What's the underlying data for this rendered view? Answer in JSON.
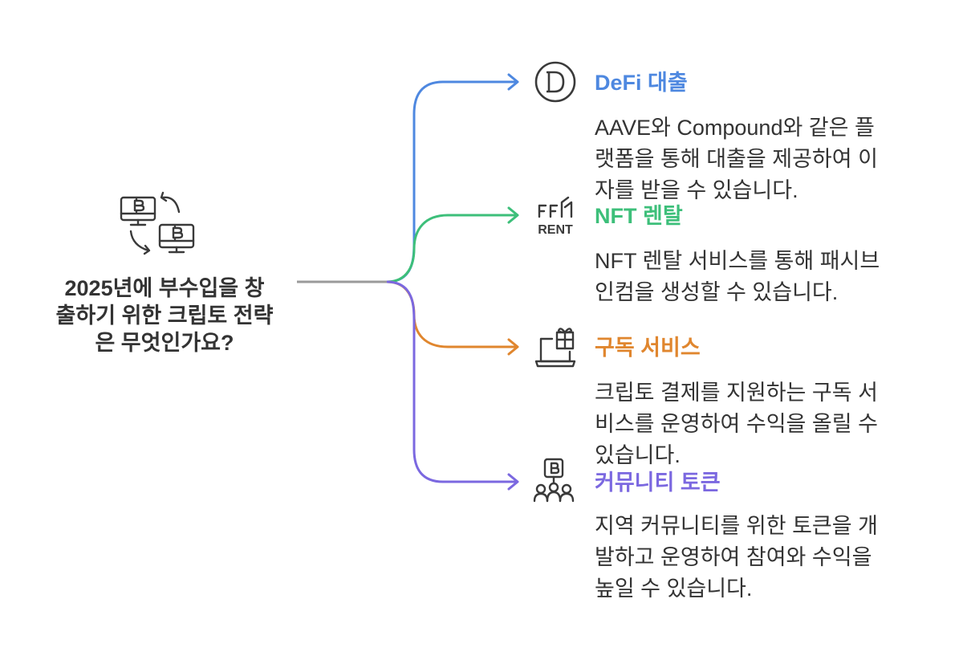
{
  "central": {
    "title_lines": [
      "2025년에 부수입을 창",
      "출하기 위한 크립토 전략",
      "은 무엇인가요?"
    ],
    "icon": "bitcoin-exchange-computers-icon"
  },
  "colors": {
    "text": "#333333",
    "stem": "#9a9a9a",
    "defi": "#4e88e0",
    "nft": "#3dbf7a",
    "subscription": "#e0862e",
    "community": "#7b68e0"
  },
  "branches": [
    {
      "key": "defi",
      "title": "DeFi 대출",
      "icon": "letter-d-circle-icon",
      "desc_lines": [
        "AAVE와 Compound와 같은 플",
        "랫폼을 통해 대출을 제공하여 이",
        "자를 받을 수 있습니다."
      ]
    },
    {
      "key": "nft",
      "title": "NFT 렌탈",
      "icon": "nft-rent-sign-icon",
      "icon_text": "RENT",
      "desc_lines": [
        "NFT 렌탈 서비스를 통해 패시브",
        "인컴을 생성할 수 있습니다."
      ]
    },
    {
      "key": "subscription",
      "title": "구독 서비스",
      "icon": "laptop-gift-icon",
      "desc_lines": [
        "크립토 결제를 지원하는 구독 서",
        "비스를 운영하여 수익을 올릴 수",
        "있습니다."
      ]
    },
    {
      "key": "community",
      "title": "커뮤니티 토큰",
      "icon": "community-token-icon",
      "desc_lines": [
        "지역 커뮤니티를 위한 토큰을 개",
        "발하고 운영하여 참여와 수익을",
        "높일 수 있습니다."
      ]
    }
  ]
}
